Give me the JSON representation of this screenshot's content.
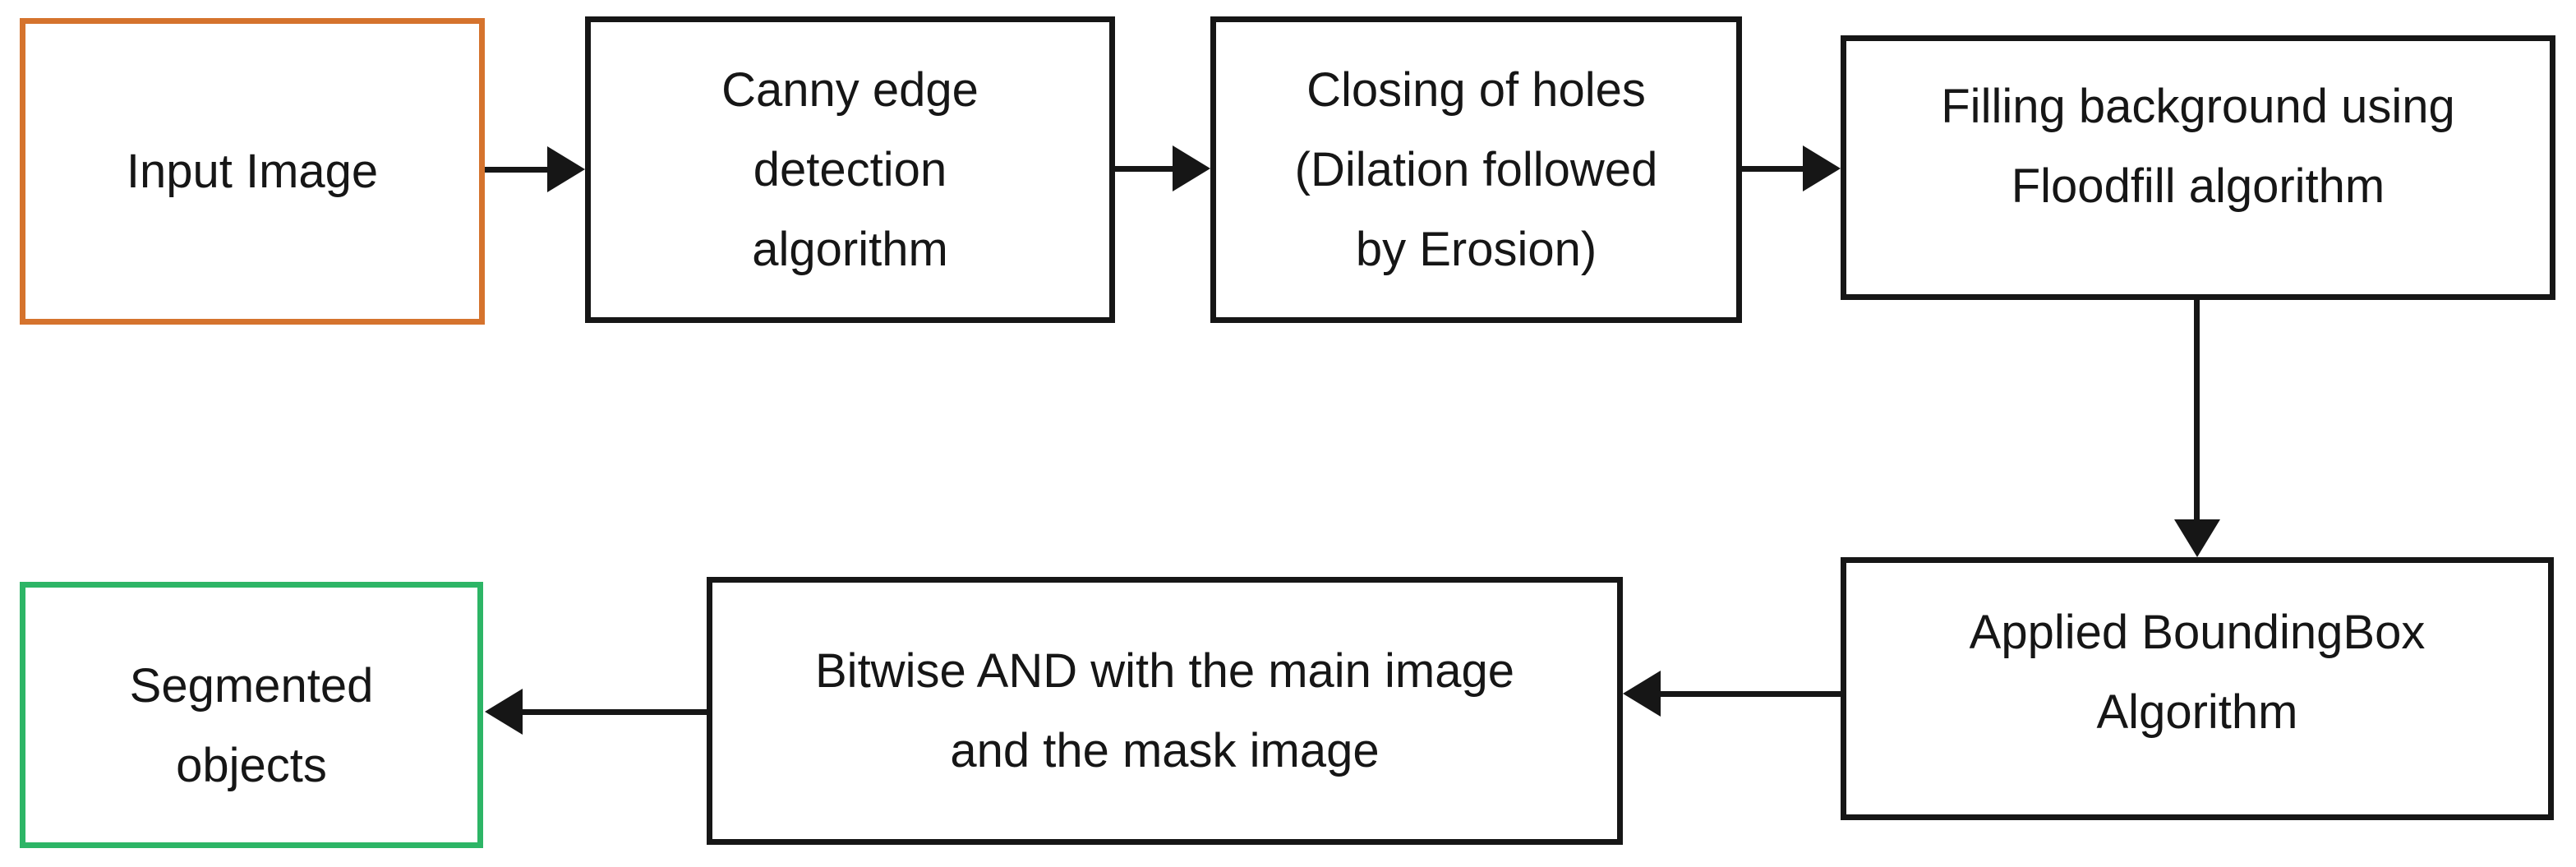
{
  "colors": {
    "input_border": "#D5732D",
    "output_border": "#2DB566",
    "process_border": "#161616",
    "arrow": "#161616",
    "background": "#FFFFFF",
    "text": "#161616"
  },
  "flowchart": {
    "nodes": [
      {
        "id": "input-image",
        "role": "input",
        "lines": [
          "Input Image"
        ]
      },
      {
        "id": "canny",
        "role": "process",
        "lines": [
          "Canny edge",
          "detection",
          "algorithm"
        ]
      },
      {
        "id": "closing",
        "role": "process",
        "lines": [
          "Closing of holes",
          "(Dilation followed",
          "by Erosion)"
        ]
      },
      {
        "id": "floodfill",
        "role": "process",
        "lines": [
          "Filling background using",
          "Floodfill algorithm"
        ]
      },
      {
        "id": "boundingbox",
        "role": "process",
        "lines": [
          "Applied BoundingBox",
          "Algorithm"
        ]
      },
      {
        "id": "bitwise",
        "role": "process",
        "lines": [
          "Bitwise AND with the main image",
          "and the mask image"
        ]
      },
      {
        "id": "segmented",
        "role": "output",
        "lines": [
          "Segmented",
          "objects"
        ]
      }
    ],
    "edges": [
      {
        "from": "input-image",
        "to": "canny",
        "direction": "right"
      },
      {
        "from": "canny",
        "to": "closing",
        "direction": "right"
      },
      {
        "from": "closing",
        "to": "floodfill",
        "direction": "right"
      },
      {
        "from": "floodfill",
        "to": "boundingbox",
        "direction": "down"
      },
      {
        "from": "boundingbox",
        "to": "bitwise",
        "direction": "left"
      },
      {
        "from": "bitwise",
        "to": "segmented",
        "direction": "left"
      }
    ]
  }
}
